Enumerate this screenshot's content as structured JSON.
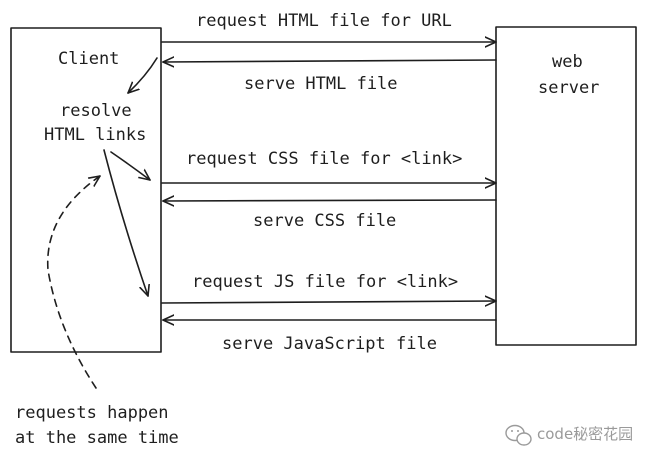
{
  "client": {
    "title": "Client",
    "step_line1": "resolve",
    "step_line2": "HTML links"
  },
  "server": {
    "line1": "web",
    "line2": "server"
  },
  "exchanges": [
    {
      "request": "request HTML file for URL",
      "response": "serve HTML file"
    },
    {
      "request": "request CSS file for <link>",
      "response": "serve CSS file"
    },
    {
      "request": "request JS file for <link>",
      "response": "serve JavaScript file"
    }
  ],
  "note": {
    "line1": "requests happen",
    "line2": "at the same time"
  },
  "watermark": {
    "icon": "wechat-icon",
    "text": "code秘密花园"
  },
  "colors": {
    "ink": "#1e1e1e",
    "watermark": "#9a9a9a"
  }
}
